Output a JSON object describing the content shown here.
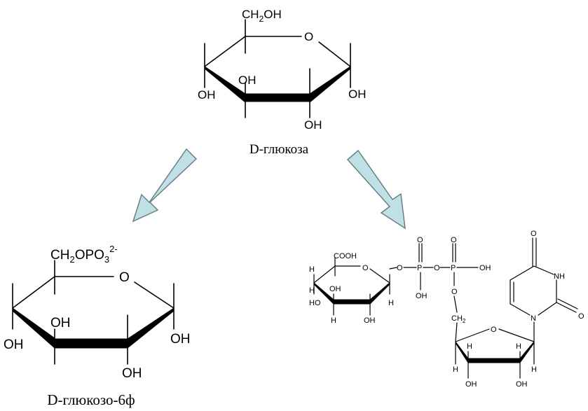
{
  "glucose": {
    "ch2oh": "CH",
    "ch2oh_sub": "2",
    "ch2oh_tail": "OH",
    "ring_o": "O",
    "oh_left": "OH",
    "oh_mid": "OH",
    "oh_bottom": "OH",
    "oh_right": "OH",
    "caption": "D-глюкоза"
  },
  "g6p": {
    "ch2": "CH",
    "ch2_sub": "2",
    "opo": "OPO",
    "po3_sub": "3",
    "charge": "2-",
    "ring_o": "O",
    "oh_left": "OH",
    "oh_mid": "OH",
    "oh_bottom": "OH",
    "oh_right": "OH",
    "caption": "D-глюкозо-6ф"
  },
  "udp": {
    "cooh": "COOH",
    "ring_o": "O",
    "h_left": "H",
    "h_c4": "H",
    "h_c3": "H",
    "h_anomeric": "H",
    "oh_c4": "HO",
    "oh_c3": "OH",
    "oh_c2": "OH",
    "link_o1": "O",
    "p1": "P",
    "p1_o_top": "O",
    "p1_oh": "OH",
    "link_o2": "O",
    "p2": "P",
    "p2_o_top": "O",
    "p2_oh": "OH",
    "p2_o_down": "O",
    "ch2": "CH",
    "ch2_sub": "2",
    "ribose_o": "O",
    "ribose_h1": "H",
    "ribose_h2": "H",
    "ribose_h3": "H",
    "ribose_h4": "H",
    "ribose_oh3": "OH",
    "ribose_oh2": "OH",
    "ura_o_top": "O",
    "ura_nh": "NH",
    "ura_o_right": "O",
    "ura_n": "N"
  },
  "colors": {
    "arrow_fill": "#bfe0e4",
    "arrow_stroke": "#6a7f86"
  }
}
